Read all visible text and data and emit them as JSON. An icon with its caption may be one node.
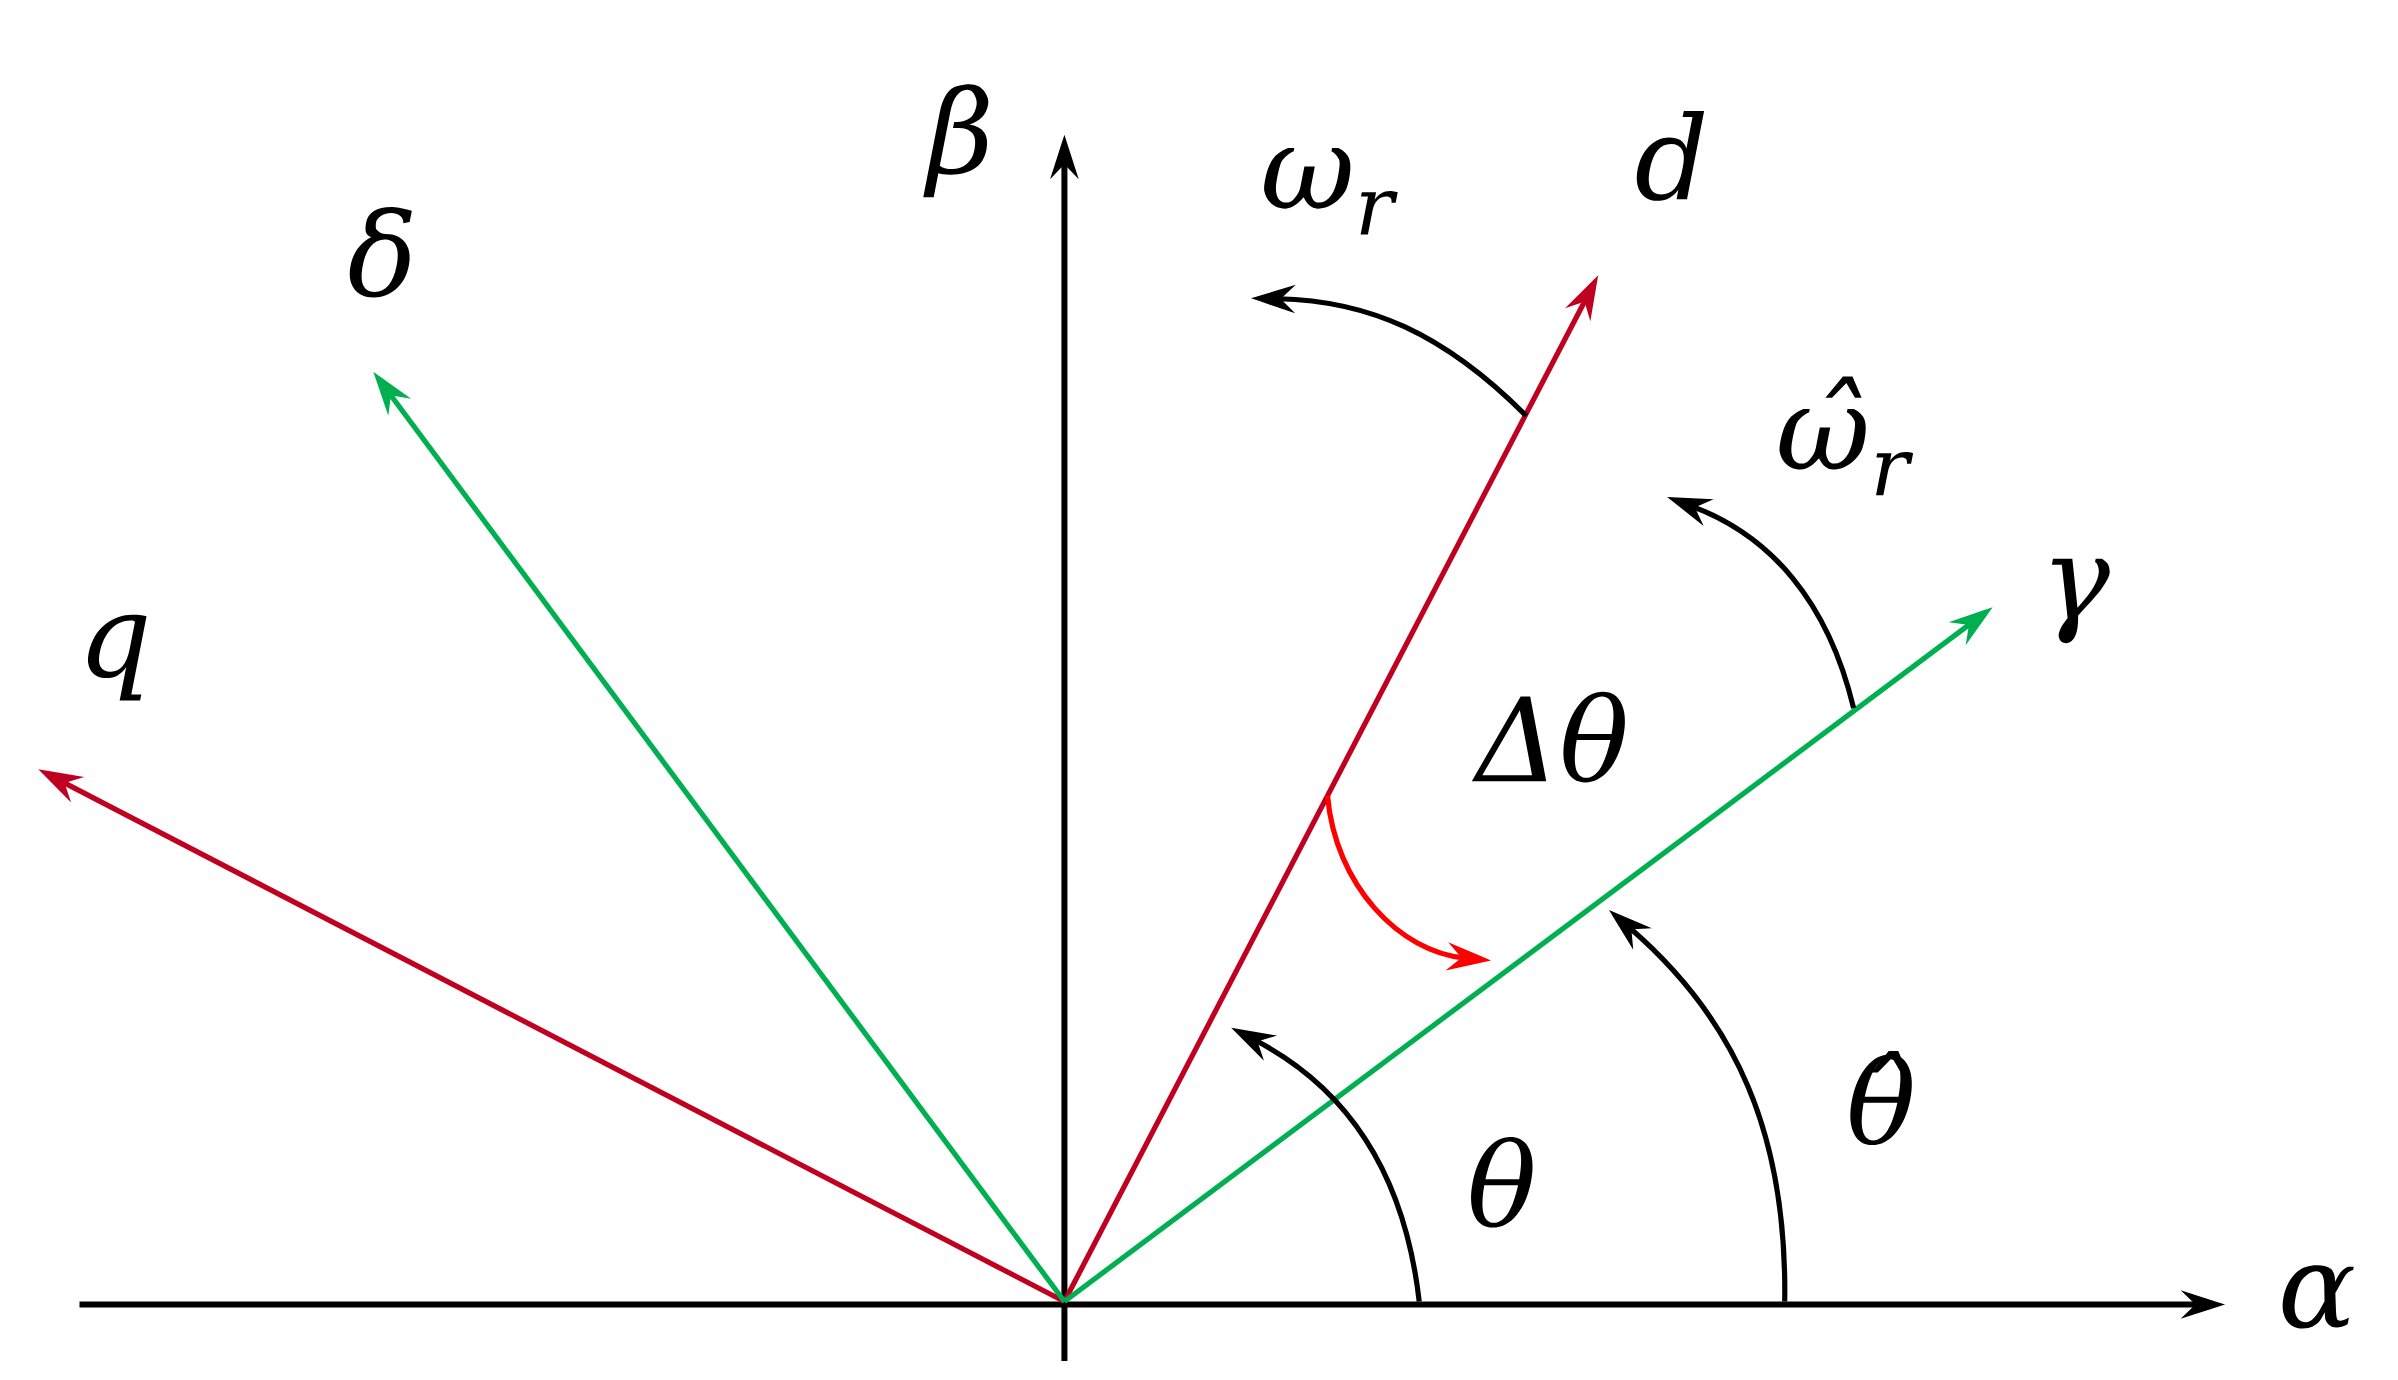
{
  "diagram": {
    "labels": [
      "β",
      "δ",
      "ω$_{r}$",
      "d",
      "ω̂$_{r}$",
      "γ",
      "q",
      "Δθ",
      "θ",
      "θ̂",
      "α"
    ]
  }
}
